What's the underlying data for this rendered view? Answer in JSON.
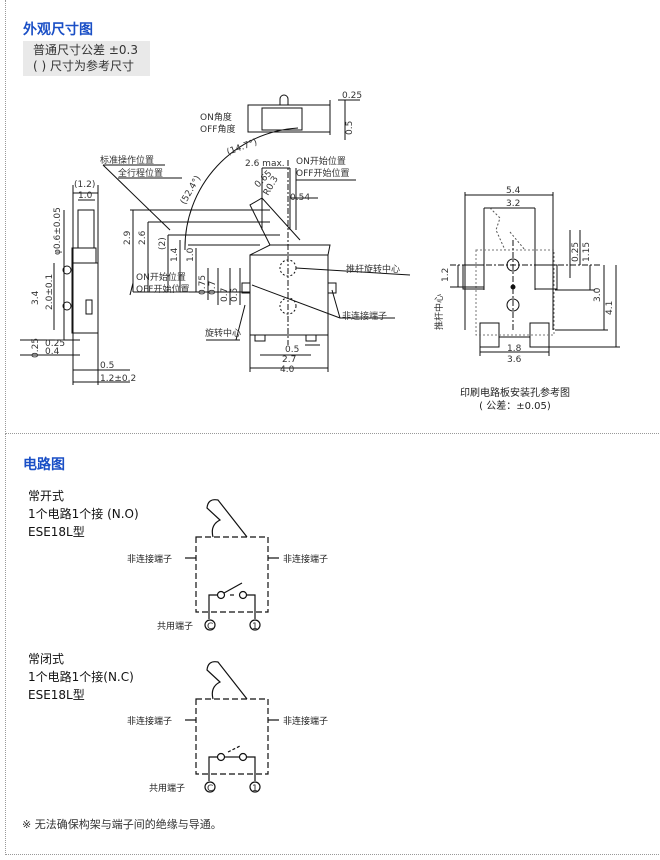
{
  "dimensions": {
    "title": "外观尺寸图",
    "notes": [
      "普通尺寸公差 ±0.3",
      "( ) 尺寸为参考尺寸"
    ],
    "labels": {
      "on_angle": "ON角度",
      "off_angle": "OFF角度",
      "angle1": "(14.7°)",
      "angle2": "(52.4°)",
      "std_pos": "标准操作位置",
      "full_pos": "全行程位置",
      "on_start": "ON开始位置",
      "off_start": "OFF开始位置",
      "on_start2": "ON开始位置",
      "off_start2": "OFF开始位置",
      "lever_center": "推杆旋转中心",
      "non_terminal": "非连接端子",
      "rot_center": "旋转中心",
      "pcb_caption": "印刷电路板安装孔参考图",
      "pcb_tol": "( 公差：±0.05)",
      "pcb_center": "推杆中心"
    },
    "values": {
      "top_025": "0.25",
      "top_05": "0.5",
      "max26": "2.6 max.",
      "v065": "0.65",
      "r03": "R0.3",
      "v054": "0.54",
      "h29": "2.9",
      "h26": "2.6",
      "h2": "(2)",
      "h14": "1.4",
      "h10": "1.0",
      "h075": "0.75",
      "h07a": "0.7",
      "h07b": "0.7",
      "h05": "0.5",
      "w05": "0.5",
      "w27": "2.7",
      "w40": "4.0",
      "side12": "(1.2)",
      "side10": "1.0",
      "phi": "φ0.6±0.05",
      "side20": "2.0±0.1",
      "side34": "3.4",
      "side025a": "0.25",
      "side04": "0.4",
      "side025b": "0.25",
      "side05": "0.5",
      "side12t": "1.2±0.2",
      "pcb54": "5.4",
      "pcb32": "3.2",
      "pcb025": "0.25",
      "pcb115": "1.15",
      "pcb12": "1.2",
      "pcb30": "3.0",
      "pcb41": "4.1",
      "pcb18": "1.8",
      "pcb36": "3.6"
    }
  },
  "circuit": {
    "title": "电路图",
    "no": {
      "l1": "常开式",
      "l2": "1个电路1个接 (N.O)",
      "l3": "ESE18L型"
    },
    "nc": {
      "l1": "常闭式",
      "l2": "1个电路1个接(N.C)",
      "l3": "ESE18L型"
    },
    "non_terminal": "非连接端子",
    "common": "共用端子",
    "term_c": "C",
    "term_1": "1",
    "footnote": "※ 无法确保构架与端子间的绝缘与导通。"
  }
}
